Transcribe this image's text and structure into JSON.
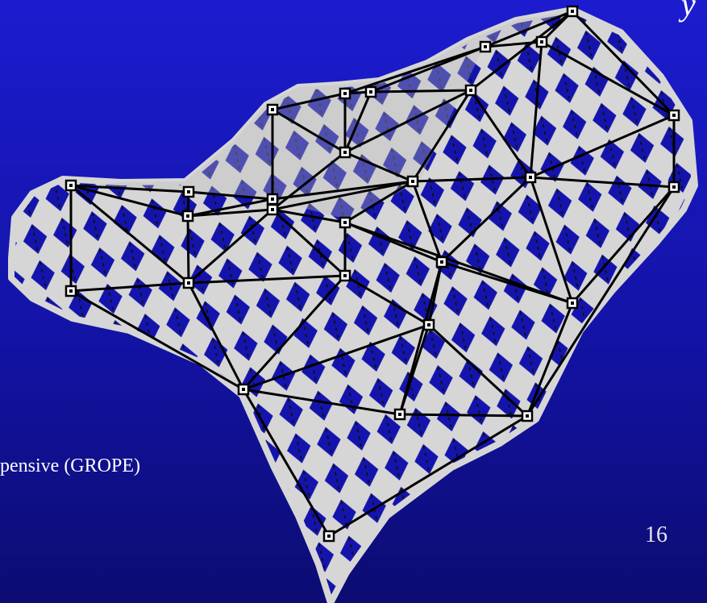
{
  "slide": {
    "caption": "pensive (GROPE)",
    "page_number": "16",
    "title_fragment": "y"
  },
  "figure": {
    "description_icon": "triangulated-surface-mesh-icon",
    "colors": {
      "background_top": "#1c1ccf",
      "background_bottom": "#0c0c72",
      "surface_fill": "#d6d6d6",
      "surface_holes": "#1414ad",
      "mesh_lines": "#000000",
      "dashed_lines": "#111111"
    }
  }
}
